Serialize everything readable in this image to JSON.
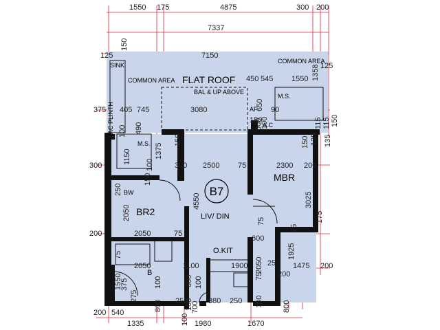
{
  "unit": {
    "label": "B7"
  },
  "rooms": {
    "flat_roof": "FLAT ROOF",
    "bal_up_above": "BAL & UP ABOVE",
    "common_area_left": "COMMON AREA",
    "common_area_right": "COMMON AREA",
    "sink": "SINK",
    "ac_plinth": "AC PLINTH",
    "ms_left": "M.S.",
    "ms_right": "M.S.",
    "af": "AF",
    "ac": "A.C",
    "bw": "BW",
    "br2": "BR2",
    "mbr": "MBR",
    "liv_din": "LIV/ DIN",
    "okit": "O.KIT",
    "bath": "B"
  },
  "dimensions": {
    "top_row": [
      "1550",
      "175",
      "4875",
      "300",
      "200"
    ],
    "overall_width": "7337",
    "roof_width": "7150",
    "roof_left": "125",
    "roof_left_h": "150",
    "right_stack": [
      "1358",
      "125"
    ],
    "bal_row": [
      "450",
      "545",
      "1550"
    ],
    "roof_ac_row": [
      "375",
      "405",
      "745",
      "3080"
    ],
    "af_vals": [
      "650",
      "90",
      "150",
      "600",
      "100"
    ],
    "right_small": [
      "115",
      "115",
      "150",
      "135",
      "150",
      "135"
    ],
    "ms_vals": [
      "1150",
      "490",
      "100",
      "1375",
      "150",
      "100",
      "150"
    ],
    "mid_row": [
      "300",
      "300",
      "2500",
      "75",
      "2300",
      "200"
    ],
    "br2_w": "2050",
    "br2_h": "2050",
    "bw_h": "250",
    "liv_h": "4550",
    "mbr_h": "3025",
    "mbr_small": "175",
    "left_200": "200",
    "liv_75": "75",
    "kit_top": "600",
    "kit_75": "75",
    "kit_25": "25",
    "right_1925": "1925",
    "bath_row": [
      "2050",
      "1100",
      "1900"
    ],
    "bath_left": [
      "75",
      "1550",
      "375"
    ],
    "kit_h": "2050",
    "right_1475": "1475",
    "right_200b": "200",
    "right_25b": "25",
    "right_200c": "200",
    "lower_mid": [
      "275",
      "100",
      "600",
      "100",
      "75"
    ],
    "bottom_small": [
      "800",
      "250",
      "700",
      "100",
      "380",
      "250",
      "100"
    ],
    "right_800": "800",
    "bottom_left": [
      "200",
      "540"
    ],
    "bottom_row": [
      "1335",
      "100",
      "1980",
      "1670"
    ]
  }
}
